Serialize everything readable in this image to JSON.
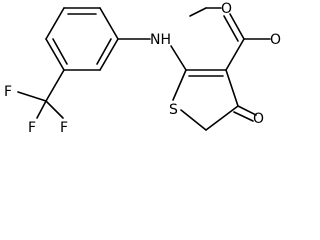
{
  "molecule": {
    "atoms": {
      "nh": "NH",
      "s": "S",
      "o_ester_carbonyl": "O",
      "o_ester_ether": "O",
      "o_ketone": "O",
      "f1": "F",
      "f2": "F",
      "f3": "F"
    },
    "colors": {
      "bond": "#000000",
      "label": "#000000",
      "background": "#ffffff"
    }
  }
}
